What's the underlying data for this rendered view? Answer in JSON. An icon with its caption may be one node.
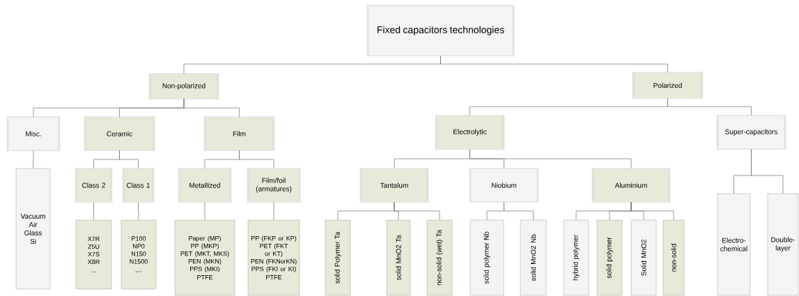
{
  "diagram": {
    "nodes": [
      {
        "text": [
          "Fixed capacitors technologies"
        ]
      },
      {
        "text": [
          "Non-polarized"
        ]
      },
      {
        "text": [
          "Polarized"
        ]
      },
      {
        "text": [
          "Misc."
        ]
      },
      {
        "text": [
          "Ceramic"
        ]
      },
      {
        "text": [
          "Film"
        ]
      },
      {
        "text": [
          "Electrolytic"
        ]
      },
      {
        "text": [
          "Super-capacitors"
        ]
      },
      {
        "text": [
          "Vacuum",
          "Air",
          "Glass",
          "Si"
        ]
      },
      {
        "text": [
          "Class 2"
        ]
      },
      {
        "text": [
          "Class 1"
        ]
      },
      {
        "text": [
          "X7R",
          "Z5U",
          "X7S",
          "X8R",
          "..."
        ]
      },
      {
        "text": [
          "P100",
          "NP0",
          "N150",
          "N1500",
          ",..."
        ]
      },
      {
        "text": [
          "Metallized"
        ]
      },
      {
        "text": [
          "Film/foil (armatures)"
        ]
      },
      {
        "text": [
          "Paper (MP)",
          "PP (MKP)",
          "PET (MKT, MKS)",
          "PEN (MKN)",
          "PPS (MKI)",
          "PTFE"
        ]
      },
      {
        "text": [
          "PP (FKP or KP)",
          "PET (FKT or KT)",
          "PEN (FKNorKN)",
          "PPS (FKI or KI)",
          "PTFE"
        ]
      },
      {
        "text": [
          "Tantalum"
        ]
      },
      {
        "text": [
          "Niobium"
        ]
      },
      {
        "text": [
          "Aluminium"
        ]
      },
      {
        "text": [
          "solid Polymer Ta"
        ]
      },
      {
        "text": [
          "solid MnO2 Ta"
        ]
      },
      {
        "text": [
          "non-solid (wet) Ta"
        ]
      },
      {
        "text": [
          "solid polymer Nb"
        ]
      },
      {
        "text": [
          "solid MnO2 Nb"
        ]
      },
      {
        "text": [
          "hybrid polymer"
        ]
      },
      {
        "text": [
          "solid polymer"
        ]
      },
      {
        "text": [
          "Solid MnO2"
        ]
      },
      {
        "text": [
          "non-solid"
        ]
      },
      {
        "text": [
          "Electro-chemical"
        ]
      },
      {
        "text": [
          "Double-layer"
        ]
      }
    ],
    "edges": [
      {
        "from": 0,
        "to": 1,
        "arrow": "none"
      },
      {
        "from": 0,
        "to": 2,
        "arrow": "none"
      },
      {
        "from": 1,
        "to": 3,
        "arrow": "none"
      },
      {
        "from": 1,
        "to": 4,
        "arrow": "none"
      },
      {
        "from": 1,
        "to": 5,
        "arrow": "none"
      },
      {
        "from": 2,
        "to": 6,
        "arrow": "none"
      },
      {
        "from": 2,
        "to": 7,
        "arrow": "none"
      },
      {
        "from": 3,
        "to": 8,
        "arrow": "none"
      },
      {
        "from": 4,
        "to": 9,
        "arrow": "none"
      },
      {
        "from": 4,
        "to": 10,
        "arrow": "none"
      },
      {
        "from": 9,
        "to": 11,
        "arrow": "none"
      },
      {
        "from": 10,
        "to": 12,
        "arrow": "none"
      },
      {
        "from": 5,
        "to": 13,
        "arrow": "none"
      },
      {
        "from": 5,
        "to": 14,
        "arrow": "none"
      },
      {
        "from": 13,
        "to": 15,
        "arrow": "none"
      },
      {
        "from": 14,
        "to": 16,
        "arrow": "none"
      },
      {
        "from": 6,
        "to": 17,
        "arrow": "none"
      },
      {
        "from": 6,
        "to": 18,
        "arrow": "none"
      },
      {
        "from": 6,
        "to": 19,
        "arrow": "none"
      },
      {
        "from": 17,
        "to": 20,
        "arrow": "none"
      },
      {
        "from": 17,
        "to": 21,
        "arrow": "none"
      },
      {
        "from": 17,
        "to": 22,
        "arrow": "none"
      },
      {
        "from": 18,
        "to": 23,
        "arrow": "none"
      },
      {
        "from": 18,
        "to": 24,
        "arrow": "none"
      },
      {
        "from": 19,
        "to": 25,
        "arrow": "none"
      },
      {
        "from": 19,
        "to": 26,
        "arrow": "none"
      },
      {
        "from": 19,
        "to": 27,
        "arrow": "none"
      },
      {
        "from": 19,
        "to": 28,
        "arrow": "none"
      },
      {
        "from": 7,
        "to": 29,
        "arrow": "none"
      },
      {
        "from": 7,
        "to": 30,
        "arrow": "none"
      }
    ]
  }
}
